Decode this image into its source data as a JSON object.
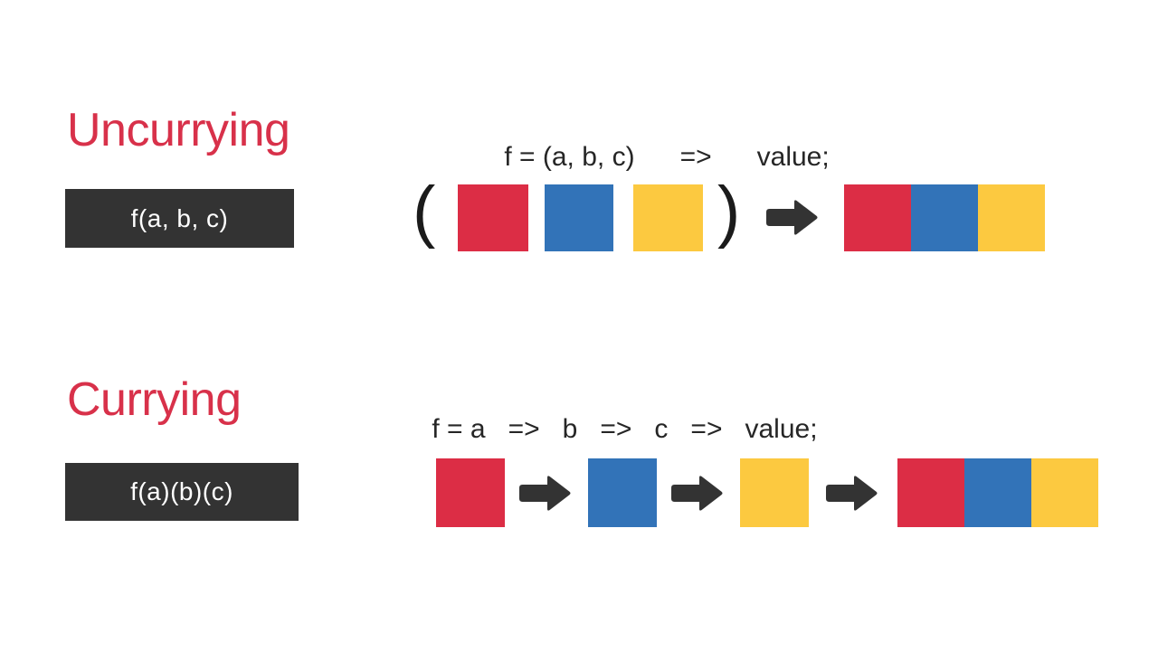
{
  "page": {
    "background": "#ffffff",
    "title_color": "#D8314A",
    "chip_bg": "#333333",
    "chip_text_color": "#ffffff",
    "text_color": "#262626",
    "arrow_color": "#333333"
  },
  "palette": {
    "red": "#DC2D45",
    "blue": "#3273B8",
    "yellow": "#FCC940"
  },
  "sections": [
    {
      "id": "uncurrying",
      "title": "Uncurrying",
      "chip_label": "f(a, b, c)",
      "formula_parts": {
        "lhs": "f = (a, b, c)",
        "arrow": "=>",
        "rhs": "value;"
      },
      "formula_full": "f = (a, b, c)      =>      value;",
      "open_paren": "(",
      "close_paren": ")",
      "arrow_glyph": "right-arrow",
      "input_blocks": [
        {
          "name": "a",
          "color": "#DC2D45"
        },
        {
          "name": "b",
          "color": "#3273B8"
        },
        {
          "name": "c",
          "color": "#FCC940"
        }
      ],
      "result_blocks": [
        {
          "name": "a",
          "color": "#DC2D45"
        },
        {
          "name": "b",
          "color": "#3273B8"
        },
        {
          "name": "c",
          "color": "#FCC940"
        }
      ]
    },
    {
      "id": "currying",
      "title": "Currying",
      "chip_label": "f(a)(b)(c)",
      "formula_parts": {
        "lhs": "f = a",
        "arrow1": "=>",
        "p2": "b",
        "arrow2": "=>",
        "p3": "c",
        "arrow3": "=>",
        "rhs": "value;"
      },
      "formula_full": "f = a   =>   b   =>   c   =>   value;",
      "arrow_glyph": "right-arrow",
      "input_blocks": [
        {
          "name": "a",
          "color": "#DC2D45"
        },
        {
          "name": "b",
          "color": "#3273B8"
        },
        {
          "name": "c",
          "color": "#FCC940"
        }
      ],
      "result_blocks": [
        {
          "name": "a",
          "color": "#DC2D45"
        },
        {
          "name": "b",
          "color": "#3273B8"
        },
        {
          "name": "c",
          "color": "#FCC940"
        }
      ]
    }
  ]
}
